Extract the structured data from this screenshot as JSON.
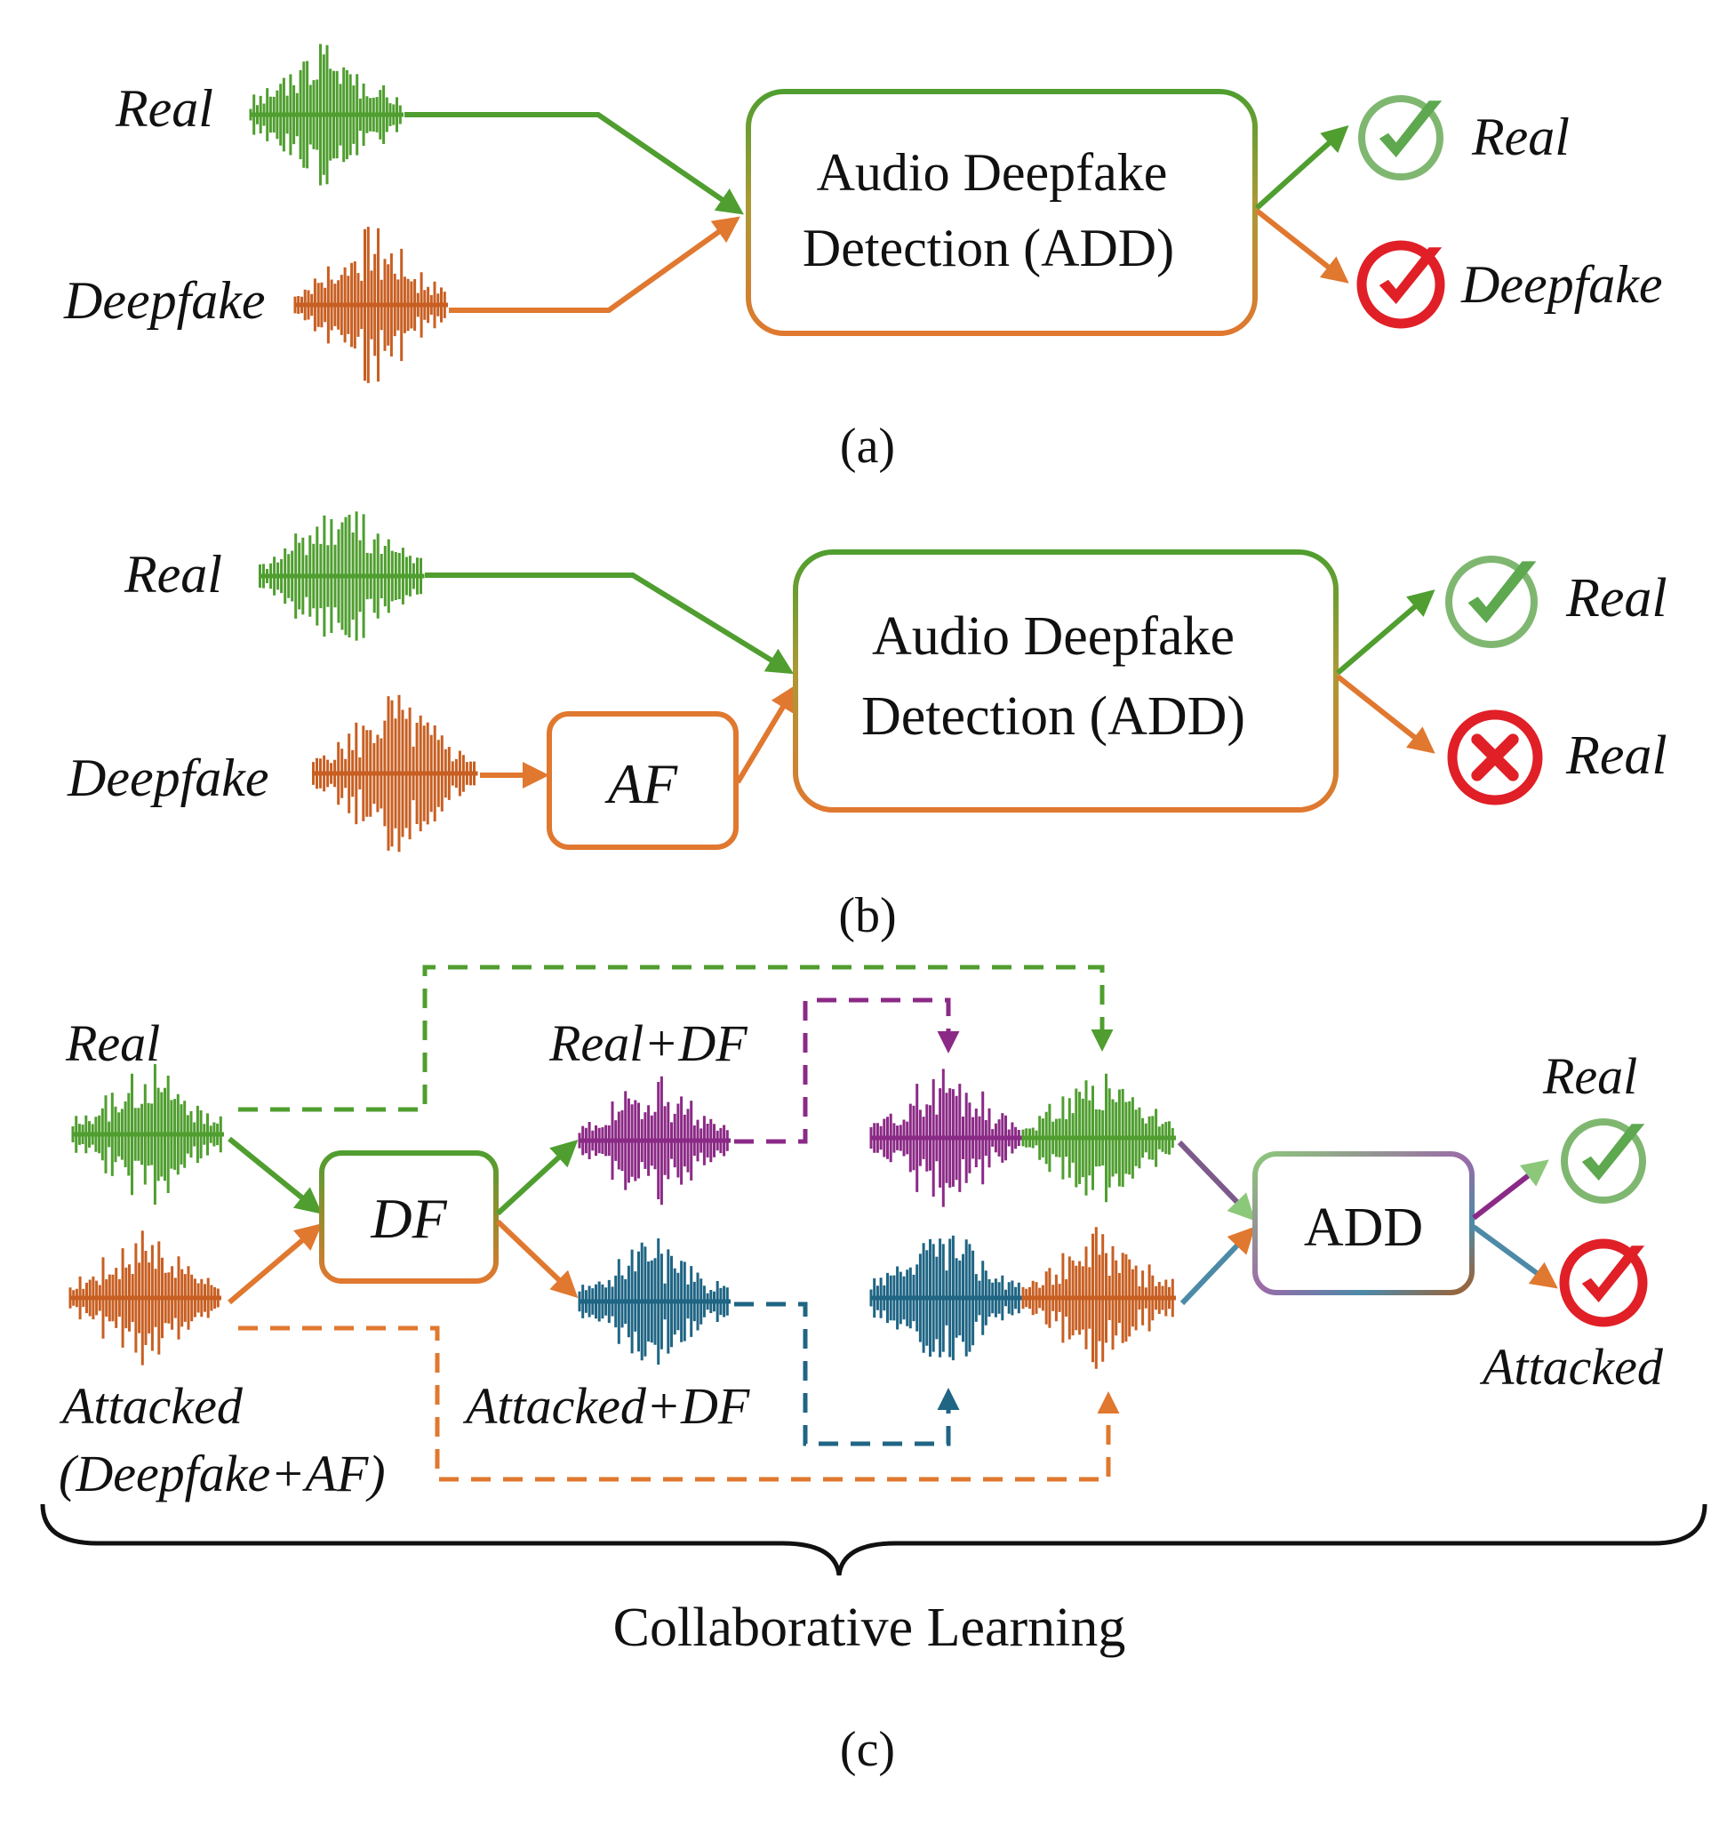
{
  "colors": {
    "real": "#4f9e2f",
    "deepfake": "#e0782f",
    "deepfake_wave": "#c85f22",
    "real_df": "#8b2a86",
    "attacked_df": "#1f6584",
    "check_green": "#6aac5c",
    "check_red": "#e01f27"
  },
  "panel_a": {
    "input_real": "Real",
    "input_deepfake": "Deepfake",
    "box_line1": "Audio Deepfake",
    "box_line2": "Detection (ADD)",
    "out_real": "Real",
    "out_deepfake": "Deepfake",
    "caption": "(a)"
  },
  "panel_b": {
    "input_real": "Real",
    "input_deepfake": "Deepfake",
    "af_box": "AF",
    "box_line1": "Audio Deepfake",
    "box_line2": "Detection (ADD)",
    "out_real_1": "Real",
    "out_real_2": "Real",
    "caption": "(b)"
  },
  "panel_c": {
    "input_real": "Real",
    "input_attacked_line1": "Attacked",
    "input_attacked_line2": "(Deepfake+AF)",
    "df_box": "DF",
    "real_df": "Real+DF",
    "attacked_df": "Attacked+DF",
    "add_box": "ADD",
    "out_real": "Real",
    "out_attacked": "Attacked",
    "brace_label": "Collaborative Learning",
    "caption": "(c)"
  }
}
